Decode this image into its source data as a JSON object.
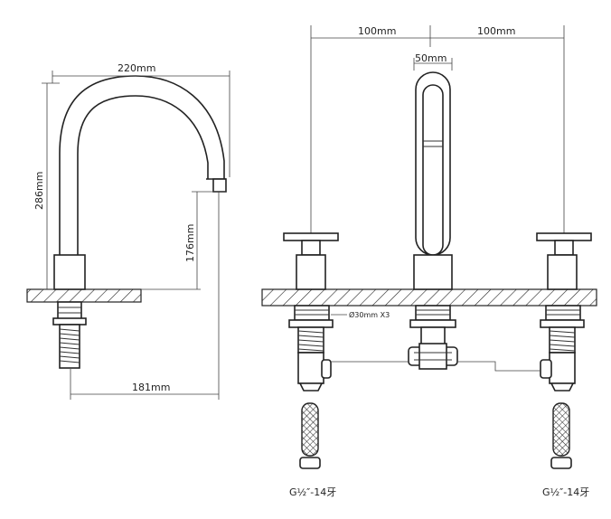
{
  "side_view": {
    "dim_width": "220mm",
    "dim_height": "286mm",
    "dim_spout_height": "176mm",
    "dim_reach": "181mm"
  },
  "front_view": {
    "dim_left_spacing": "100mm",
    "dim_right_spacing": "100mm",
    "dim_spout_width": "50mm",
    "hole_note": "Ø30mm X3",
    "thread_left": "G½″-14牙",
    "thread_right": "G½″-14牙"
  }
}
